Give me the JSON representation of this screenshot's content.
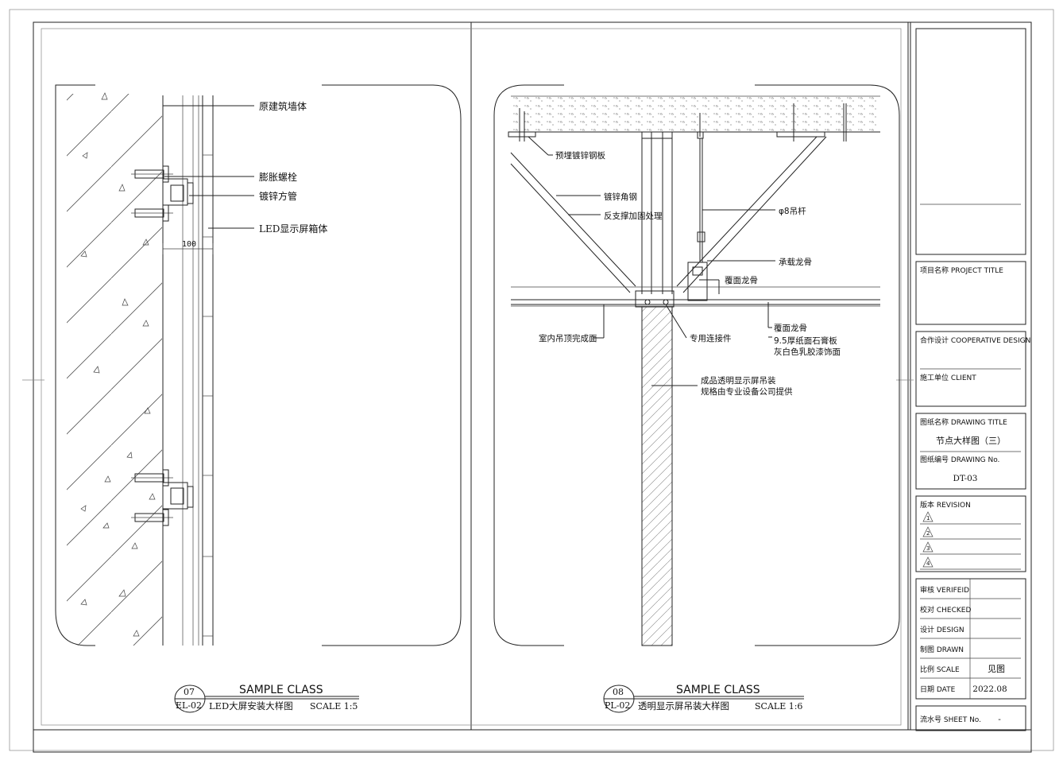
{
  "left_detail": {
    "callouts": {
      "wall": "原建筑墙体",
      "bolt": "膨胀螺栓",
      "tube": "镀锌方管",
      "led_box": "LED显示屏箱体"
    },
    "dimension": "100",
    "caption": {
      "number": "07",
      "ref": "EL-02",
      "title": "SAMPLE CLASS",
      "subtitle": "LED大屏安装大样图",
      "scale": "SCALE 1:5"
    }
  },
  "right_detail": {
    "callouts": {
      "embedded_plate": "预埋镀锌钢板",
      "angle_steel": "镀锌角钢",
      "back_brace": "反支撑加固处理",
      "hanger_rod": "φ8吊杆",
      "main_keel": "承载龙骨",
      "cover_keel_top": "覆面龙骨",
      "ceiling_finish": "室内吊顶完成面",
      "connector": "专用连接件",
      "cover_keel": "覆面龙骨",
      "gypsum_board": "9.5厚纸面石膏板",
      "paint": "灰白色乳胶漆饰面",
      "screen_line1": "成品透明显示屏吊装",
      "screen_line2": "规格由专业设备公司提供"
    },
    "caption": {
      "number": "08",
      "ref": "PL-02",
      "title": "SAMPLE CLASS",
      "subtitle": "透明显示屏吊装大样图",
      "scale": "SCALE 1:6"
    }
  },
  "title_block": {
    "project_title": "项目名称 PROJECT TITLE",
    "cooperative_design": "合作设计 COOPERATIVE DESIGN",
    "client": "施工单位 CLIENT",
    "drawing_title_label": "图纸名称 DRAWING TITLE",
    "drawing_title": "节点大样图（三）",
    "drawing_no_label": "图纸编号 DRAWING No.",
    "drawing_no": "DT-03",
    "revision_label": "版本 REVISION",
    "revisions": [
      "1",
      "2",
      "3",
      "4"
    ],
    "verified": "审核 VERIFEID",
    "checked": "校对 CHECKED",
    "design": "设计 DESIGN",
    "drawn": "制图 DRAWN",
    "scale_label": "比例 SCALE",
    "scale_value": "见图",
    "date_label": "日期 DATE",
    "date_value": "2022.08",
    "sheet_label": "流水号 SHEET No.",
    "sheet_value": "-"
  }
}
